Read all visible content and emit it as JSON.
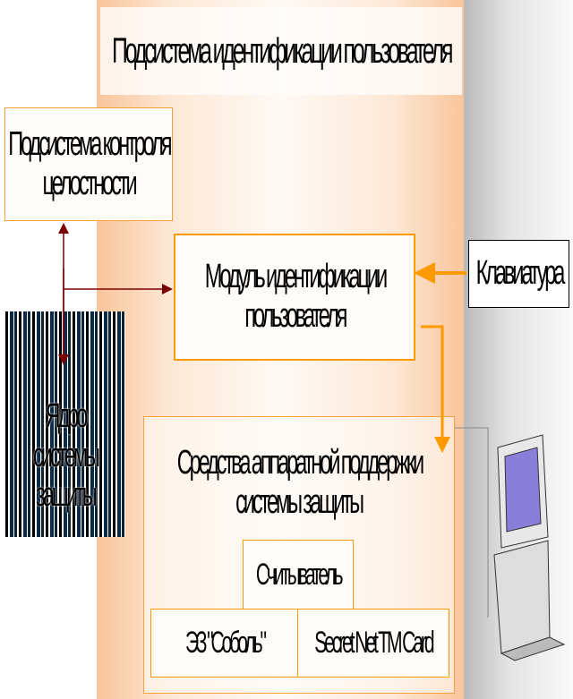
{
  "title": "Подсистема идентификации пользователя",
  "integrity": {
    "line1": "Подсистема контроля",
    "line2": "целостности"
  },
  "module": {
    "line1": "Модуль идентификации",
    "line2": "пользователя"
  },
  "keyboard": "Клавиатура",
  "core": {
    "line1": "Ядро",
    "line2": "системы",
    "line3": "защиты"
  },
  "hardware": {
    "line1": "Средства аппаратной поддержки",
    "line2": "системы защиты"
  },
  "reader": "Считыватель",
  "sobol": "ЭЗ \"Соболь\"",
  "secretnet": "Secret Net TM Card",
  "colors": {
    "orange": "#f90",
    "darkred": "#7a0000"
  }
}
